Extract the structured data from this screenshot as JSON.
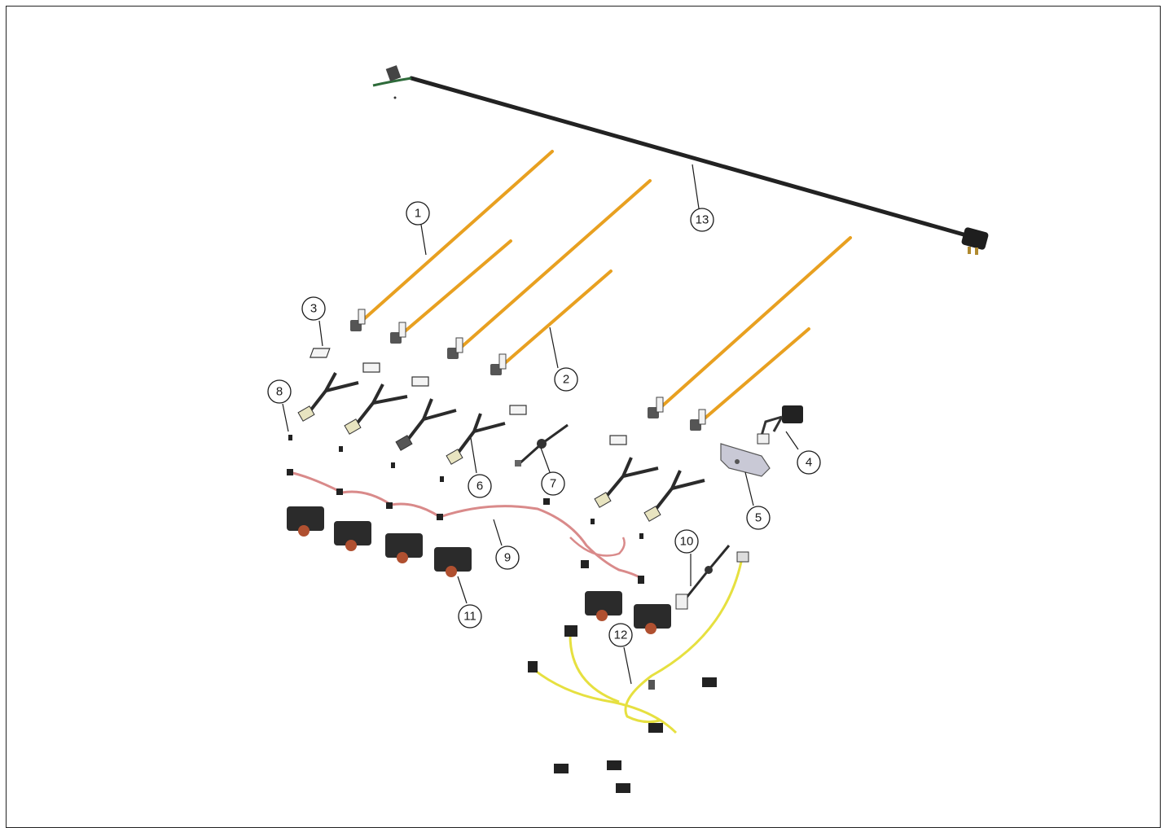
{
  "diagram": {
    "colors": {
      "electrode_rod": "#e8a020",
      "electrode_dark": "#7a4a10",
      "power_cord": "#222222",
      "ground_wire": "#2e6b3a",
      "red_harness": "#d98a8a",
      "yellow_harness": "#e6e040",
      "part_dark": "#2b2b2b",
      "bracket": "#c9c9d6"
    },
    "callouts": [
      {
        "id": "1",
        "label": "1"
      },
      {
        "id": "2",
        "label": "2"
      },
      {
        "id": "3",
        "label": "3"
      },
      {
        "id": "4",
        "label": "4"
      },
      {
        "id": "5",
        "label": "5"
      },
      {
        "id": "6",
        "label": "6"
      },
      {
        "id": "7",
        "label": "7"
      },
      {
        "id": "8",
        "label": "8"
      },
      {
        "id": "9",
        "label": "9"
      },
      {
        "id": "10",
        "label": "10"
      },
      {
        "id": "11",
        "label": "11"
      },
      {
        "id": "12",
        "label": "12"
      },
      {
        "id": "13",
        "label": "13"
      }
    ]
  }
}
